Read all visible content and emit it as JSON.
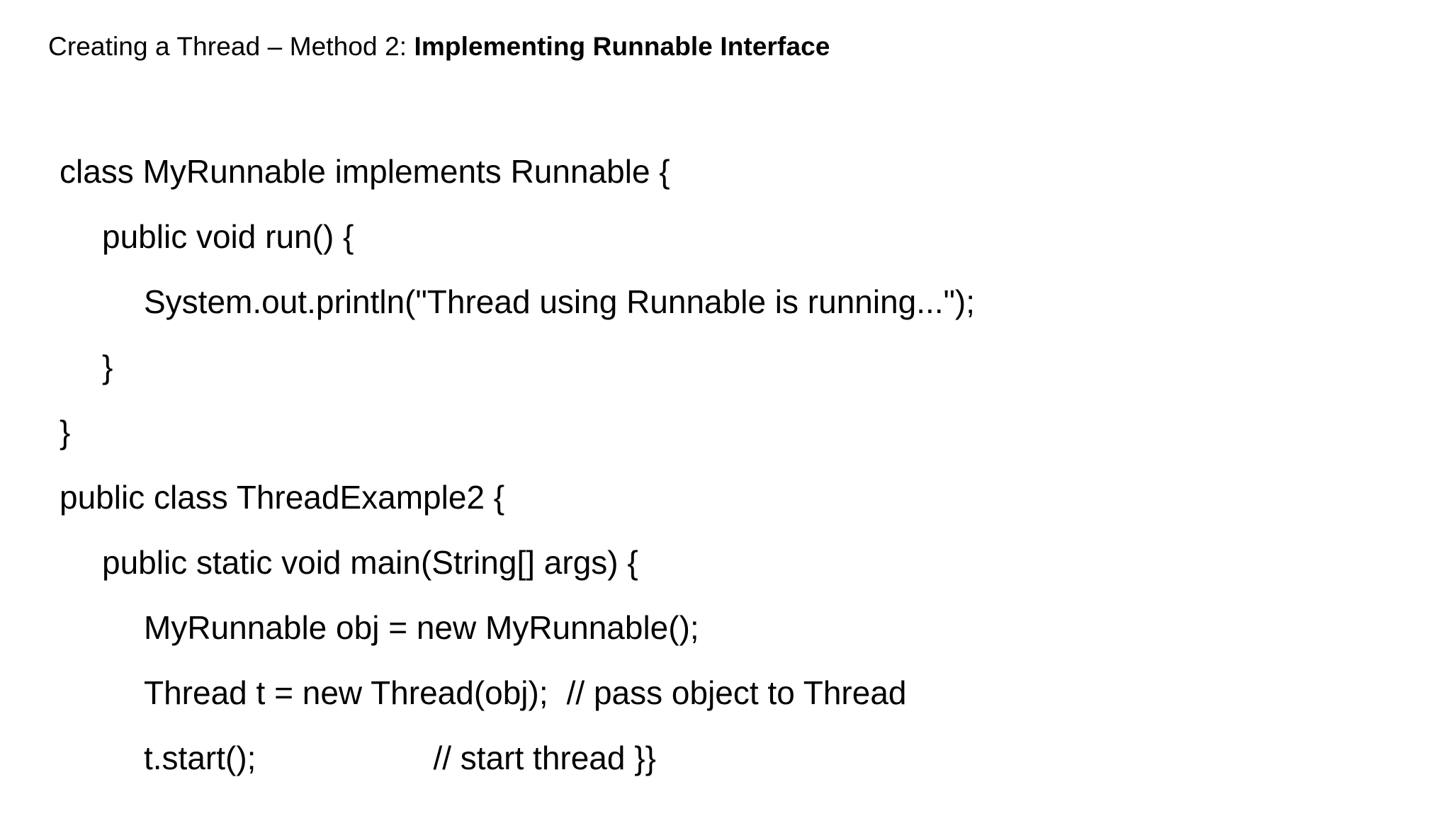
{
  "slide": {
    "title": {
      "normal": "Creating a Thread – Method 2: ",
      "bold": "Implementing Runnable Interface"
    },
    "code_lines": [
      {
        "indent": 0,
        "text": "class MyRunnable implements Runnable {"
      },
      {
        "indent": 1,
        "text": "public void run() {"
      },
      {
        "indent": 2,
        "text": "System.out.println(\"Thread using Runnable is running...\");"
      },
      {
        "indent": 1,
        "text": "}"
      },
      {
        "indent": 0,
        "text": "}"
      },
      {
        "indent": 0,
        "text": "public class ThreadExample2 {"
      },
      {
        "indent": 1,
        "text": "public static void main(String[] args) {"
      },
      {
        "indent": 2,
        "text": "MyRunnable obj = new MyRunnable();"
      },
      {
        "indent": 2,
        "text": "Thread t = new Thread(obj);",
        "gap": "gap-sm",
        "comment": "// pass object to Thread"
      },
      {
        "indent": 2,
        "text": "t.start();",
        "gap": "gap-lg",
        "comment": "// start thread }}"
      }
    ]
  },
  "colors": {
    "background": "#ffffff",
    "text": "#000000"
  }
}
